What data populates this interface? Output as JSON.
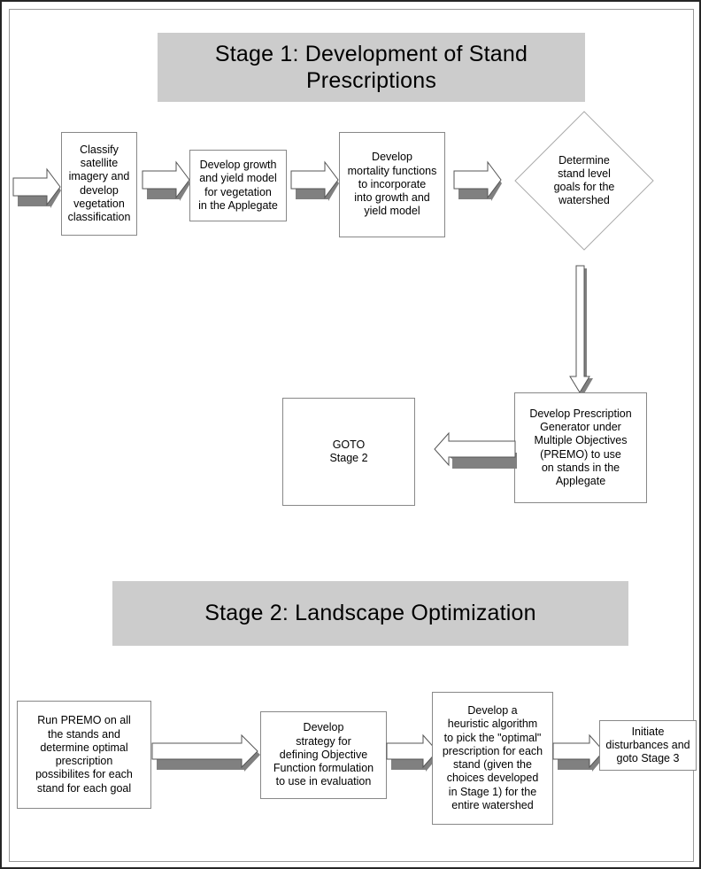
{
  "diagram": {
    "title": "Two-stage forest stand prescription and landscape optimization flowchart",
    "colors": {
      "header_fill": "#cccccc",
      "box_fill": "#ffffff",
      "box_stroke": "#888888",
      "arrow_fill": "#ffffff",
      "arrow_shadow": "#808080",
      "arrow_stroke": "#555555",
      "frame_outer": "#262626",
      "frame_inner": "#9a9a9a"
    },
    "stage1": {
      "header": "Stage 1:  Development of Stand Prescriptions",
      "nodes": {
        "classify": "Classify\nsatellite\nimagery and\ndevelop\nvegetation\nclassification",
        "growth_yield": "Develop growth\nand yield model\nfor vegetation\nin the Applegate",
        "mortality": "Develop\nmortality functions\nto incorporate\ninto growth and\nyield model",
        "determine_goals": "Determine\nstand level\ngoals for the\nwatershed",
        "premo": "Develop Prescription\nGenerator under\nMultiple Objectives\n(PREMO) to use\non stands in the\nApplegate",
        "goto_stage2": "GOTO\nStage 2"
      },
      "arrows": {
        "a0": "arrow-right-into-classify",
        "a1": "arrow-right-classify-to-growth",
        "a2": "arrow-right-growth-to-mortality",
        "a3": "arrow-right-mortality-to-determine",
        "a4": "arrow-down-determine-to-premo",
        "a5": "arrow-left-premo-to-goto"
      }
    },
    "stage2": {
      "header": "Stage 2:  Landscape Optimization",
      "nodes": {
        "run_premo": "Run PREMO on all\nthe stands and\ndetermine optimal\nprescription\npossibilites for each\nstand for each goal",
        "strategy": "Develop\nstrategy for\ndefining Objective\nFunction formulation\nto use in evaluation",
        "heuristic": "Develop a\nheuristic algorithm\nto pick the \"optimal\"\nprescription for each\nstand (given the\nchoices developed\nin Stage 1) for the\nentire watershed",
        "initiate": "Initiate\ndisturbances and\ngoto Stage 3"
      },
      "arrows": {
        "b1": "arrow-right-runpremo-to-strategy",
        "b2": "arrow-right-strategy-to-heuristic",
        "b3": "arrow-right-heuristic-to-initiate"
      }
    }
  }
}
